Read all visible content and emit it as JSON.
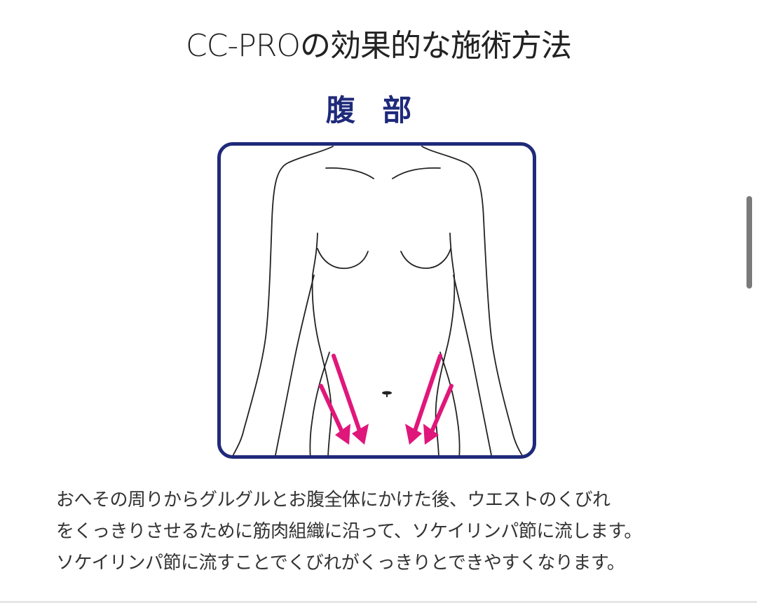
{
  "page": {
    "title": "CC-PROの効果的な施術方法",
    "section_heading": "腹 部",
    "illustration": {
      "subject": "abdomen-front-view",
      "frame_color": "#1f2a7a",
      "arrow_color": "#e0177a",
      "arrow_count": 4,
      "arrow_direction": "down-toward-groin"
    },
    "description": {
      "lines": [
        "おへその周りからグルグルとお腹全体にかけた後、ウエストのくびれ",
        "をくっきりさせるために筋肉組織に沿って、ソケイリンパ節に流します。",
        "ソケイリンパ節に流すことでくびれがくっきりとできやすくなります。"
      ]
    }
  },
  "colors": {
    "heading": "#1f2a7a",
    "title_text": "#222222",
    "body_text": "#333333",
    "accent_arrows": "#e0177a",
    "scrollbar": "#7a7a7a"
  }
}
